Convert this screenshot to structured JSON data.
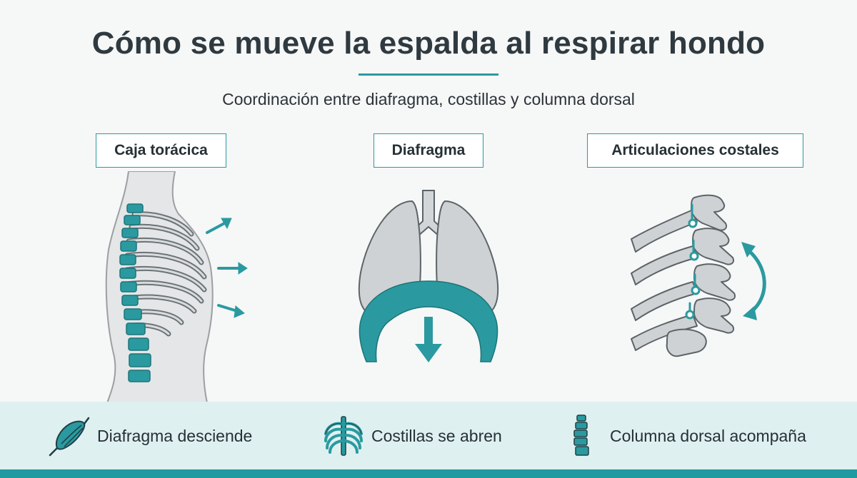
{
  "title": "Cómo se mueve la espalda al respirar hondo",
  "subtitle": "Coordinación entre diafragma, costillas y columna dorsal",
  "panels": [
    {
      "label": "Caja torácica"
    },
    {
      "label": "Diafragma"
    },
    {
      "label": "Articulaciones costales"
    }
  ],
  "legend": [
    {
      "icon": "muscle-icon",
      "text": "Diafragma desciende"
    },
    {
      "icon": "ribcage-icon",
      "text": "Costillas se abren"
    },
    {
      "icon": "spine-icon",
      "text": "Columna dorsal acompaña"
    }
  ],
  "colors": {
    "accent": "#2a9aa0",
    "bone_gray": "#cfd2d4",
    "outline": "#5c6468",
    "footer_band": "#dff0f1",
    "background": "#f6f7f7"
  }
}
